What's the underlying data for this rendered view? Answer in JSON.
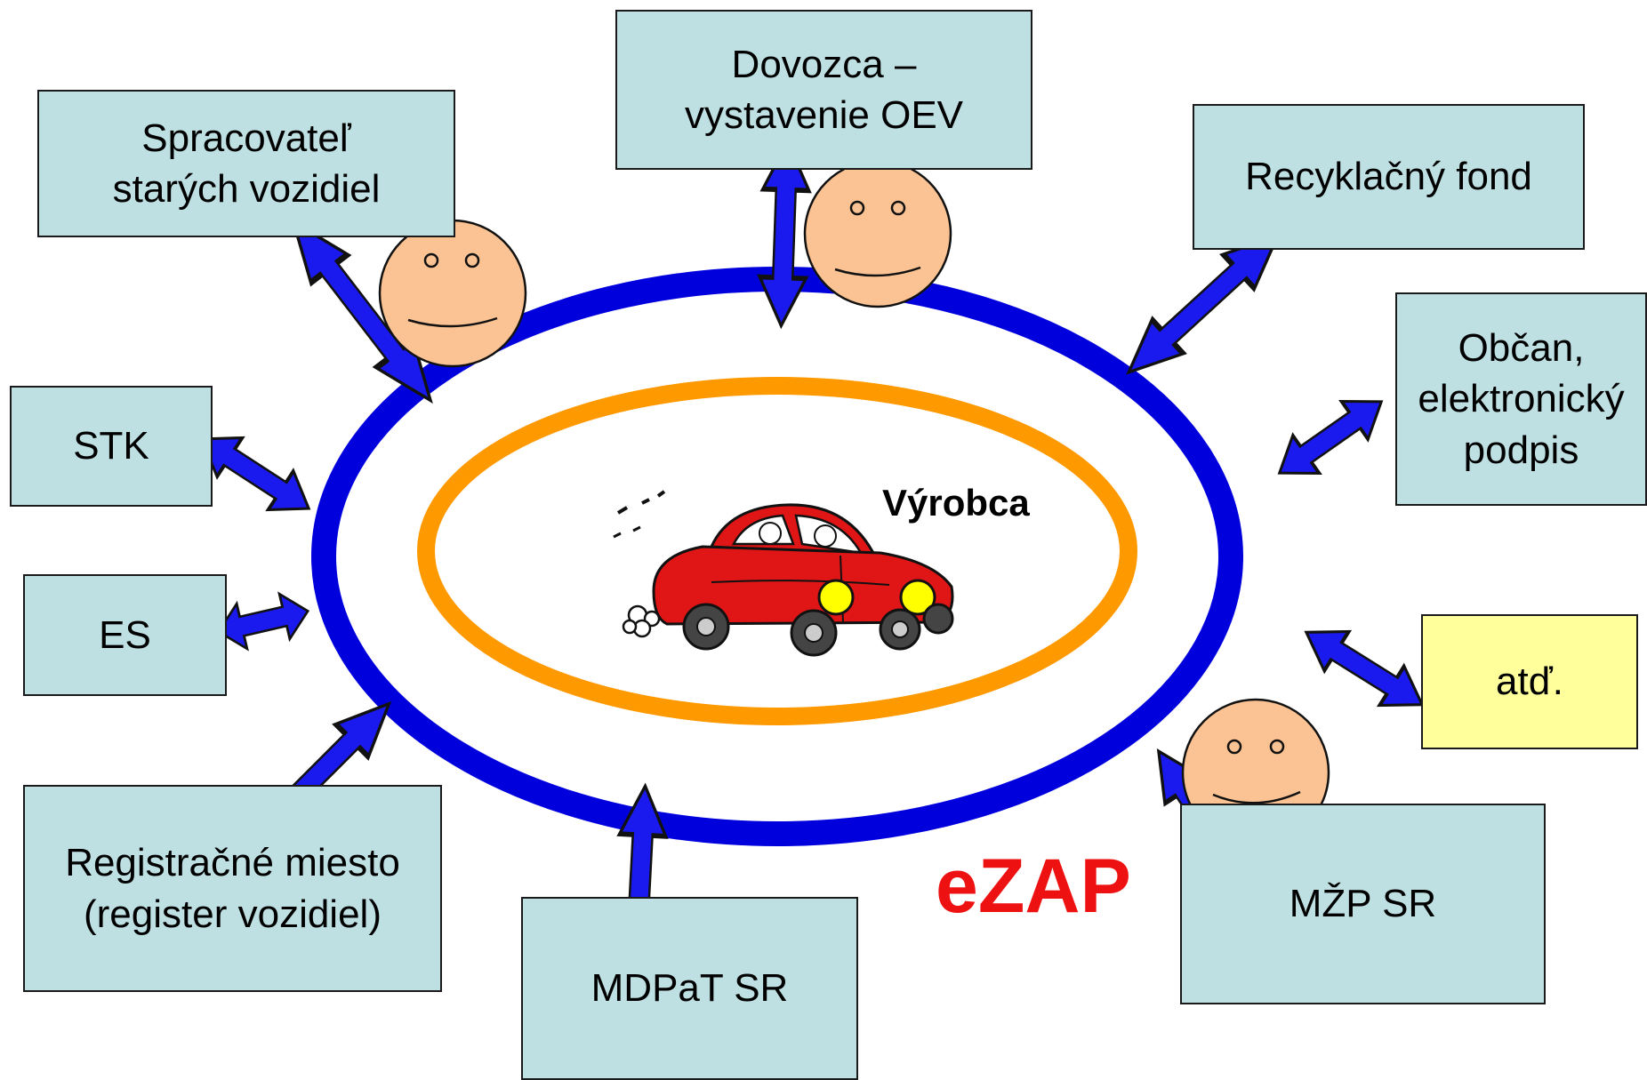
{
  "center": {
    "label": "Výrobca"
  },
  "system": {
    "name": "eZAP"
  },
  "nodes": [
    {
      "id": "spracovatel",
      "label": "Spracovateľ\nstarých vozidiel"
    },
    {
      "id": "dovozca",
      "label": "Dovozca –\nvystavenie OEV"
    },
    {
      "id": "recyklacny",
      "label": "Recyklačný fond"
    },
    {
      "id": "obcan",
      "label": "Občan,\nelektronický\npodpis"
    },
    {
      "id": "stk",
      "label": "STK"
    },
    {
      "id": "es",
      "label": "ES"
    },
    {
      "id": "atd",
      "label": "atď."
    },
    {
      "id": "registracne",
      "label": "Registračné miesto\n(register vozidiel)"
    },
    {
      "id": "mdpat",
      "label": "MDPaT SR"
    },
    {
      "id": "mzp",
      "label": "MŽP SR"
    }
  ],
  "colors": {
    "node_fill": "#bfe0e3",
    "node_fill_highlight": "#ffff9c",
    "outer_ring": "#0000dd",
    "inner_ring": "#ff9900",
    "arrow": "#1a1aee",
    "system_label": "#ee1111",
    "face": "#fbc393",
    "car": "#e01515"
  },
  "icons": [
    "smiley-face-icon",
    "red-car-icon",
    "double-arrow-icon"
  ]
}
